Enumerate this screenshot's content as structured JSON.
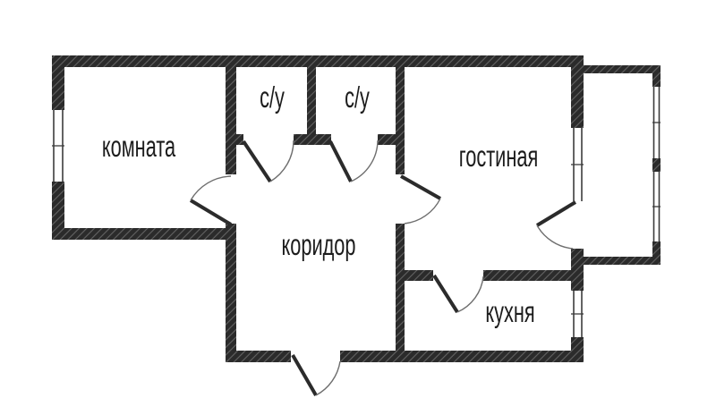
{
  "plan_title": "floor-plan",
  "colors": {
    "background": "#ffffff",
    "wall": "#2b2b2b",
    "wall_hatch": "#636363",
    "text": "#1c1c1c",
    "door_arc": "#6e6e6e",
    "window_line": "#3c3c3c"
  },
  "rooms": [
    {
      "id": "komnata",
      "label": "комната"
    },
    {
      "id": "su_left",
      "label": "с/у"
    },
    {
      "id": "su_right",
      "label": "с/у"
    },
    {
      "id": "gostinaya",
      "label": "гостиная"
    },
    {
      "id": "koridor",
      "label": "коридор"
    },
    {
      "id": "kuhnya",
      "label": "кухня"
    }
  ],
  "features": {
    "window_count": 5,
    "door_count": 7,
    "has_balcony": true
  }
}
